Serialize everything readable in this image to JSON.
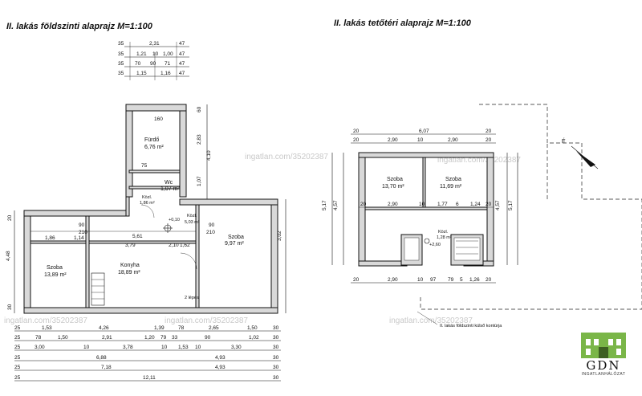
{
  "titles": {
    "left": "II. lakás földszinti alaprajz   M=1:100",
    "right": "II. lakás tetőtéri alaprajz   M=1:100"
  },
  "watermark": "ingatlan.com/35202387",
  "rooms_ground": {
    "furdo": "Fürdő",
    "furdo_area": "6,76 m²",
    "wc": "Wc",
    "wc_area": "1,07 m²",
    "kozl_short": "Közl.",
    "kozl_area": "1,86 m²",
    "kozl2": "Közl.",
    "kozl2_area": "5,03 m²",
    "szoba_left": "Szoba",
    "szoba_left_area": "13,89 m²",
    "konyha": "Konyha",
    "konyha_area": "18,89 m²",
    "szoba_right": "Szoba",
    "szoba_right_area": "9,97 m²",
    "level": "+0,10",
    "stair": "2 lépés"
  },
  "rooms_attic": {
    "szoba1": "Szoba",
    "szoba1_area": "13,70 m²",
    "szoba2": "Szoba",
    "szoba2_area": "11,69 m²",
    "kozl": "Közl.",
    "kozl_area": "1,28 m²",
    "level": "+2,60",
    "contour_label": "II. lakás földszinti külső kontúrja",
    "north": "É"
  },
  "dims_ground_top": {
    "r1": [
      "35",
      "2,31",
      "47"
    ],
    "r2": [
      "35",
      "1,21",
      "10",
      "1,00",
      "47"
    ],
    "r3": [
      "35",
      "70",
      "90",
      "71",
      "47"
    ],
    "r4": [
      "35",
      "1,15",
      "1,16",
      "47"
    ]
  },
  "dims_ground_bottom": {
    "r1": [
      "25",
      "1,53",
      "4,26",
      "1,39",
      "78",
      "2,65",
      "1,50",
      "30"
    ],
    "r2": [
      "25",
      "78",
      "1,50",
      "2,91",
      "1,20",
      "79",
      "33",
      "90",
      "1,02",
      "30"
    ],
    "r3": [
      "25",
      "3,00",
      "10",
      "3,78",
      "10",
      "1,53",
      "10",
      "3,30",
      "30"
    ],
    "r4": [
      "25",
      "6,88",
      "4,93",
      "30"
    ],
    "r5": [
      "25",
      "7,18",
      "4,93",
      "30"
    ],
    "r6": [
      "25",
      "12,11",
      "30"
    ]
  },
  "dims_ground_inner": {
    "a": "1,86",
    "b": "1,14",
    "c": "5,61",
    "d": "3,79",
    "e": "2,10",
    "f": "1,62",
    "g": "90",
    "h": "210",
    "i": "75",
    "j": "90",
    "k": "210",
    "l": "160"
  },
  "dims_ground_left": [
    "20",
    "4,48",
    "30"
  ],
  "dims_ground_right": [
    "3,02",
    "60",
    "2,83",
    "4,10",
    "1,07"
  ],
  "dims_attic_top": {
    "r1": [
      "20",
      "6,07",
      "20"
    ],
    "r2": [
      "20",
      "2,90",
      "10",
      "2,90",
      "20"
    ]
  },
  "dims_attic_mid": [
    "20",
    "2,90",
    "10",
    "1,77",
    "6",
    "1,24",
    "20"
  ],
  "dims_attic_bottom": [
    "20",
    "2,90",
    "10",
    "97",
    "79",
    "5",
    "1,26",
    "20"
  ],
  "dims_attic_side": [
    "4,57",
    "5,17",
    "4,57",
    "5,17"
  ],
  "logo": {
    "text": "GDN",
    "sub": "INGATLANHÁLÓZAT",
    "color": "#7ab648"
  }
}
